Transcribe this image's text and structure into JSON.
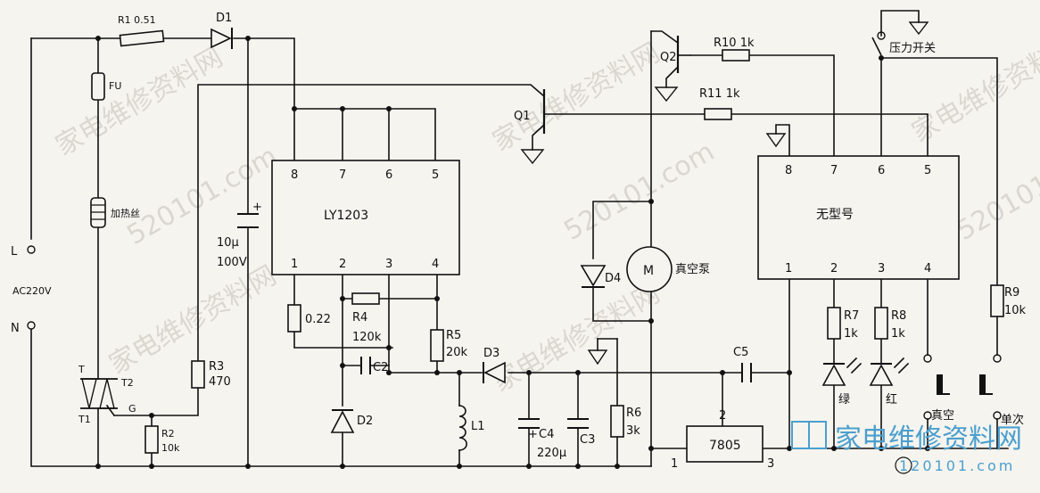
{
  "input": {
    "l": "L",
    "n": "N",
    "ac": "AC220V"
  },
  "resistors": {
    "r1": "R1 0.51",
    "r3": "R3",
    "r3v": "470",
    "r2": "R2",
    "r2v": "10k",
    "r4": "R4",
    "r4v": "120k",
    "r022": "0.22",
    "r5": "R5",
    "r5v": "20k",
    "r6": "R6",
    "r6v": "3k",
    "r7": "R7",
    "r7v": "1k",
    "r8": "R8",
    "r8v": "1k",
    "r9": "R9",
    "r9v": "10k",
    "r10": "R10 1k",
    "r11": "R11 1k"
  },
  "heaters": {
    "fu": "FU",
    "heater": "加热丝"
  },
  "triac": {
    "t": "T",
    "t2": "T2",
    "t1": "T1",
    "g": "G"
  },
  "diodes": {
    "d1": "D1",
    "d2": "D2",
    "d3": "D3",
    "d4": "D4"
  },
  "caps": {
    "c_elec": "10μ",
    "c_elec_v": "100V",
    "c2": "C2",
    "c4": "C4",
    "c4v": "220μ",
    "c3": "C3",
    "c5": "C5",
    "plus": "+"
  },
  "inductor": {
    "l1": "L1"
  },
  "transistors": {
    "q1": "Q1",
    "q2": "Q2"
  },
  "ic1": {
    "name": "LY1203",
    "top_pins": [
      "8",
      "7",
      "6",
      "5"
    ],
    "bottom_pins": [
      "1",
      "2",
      "3",
      "4"
    ]
  },
  "ic2": {
    "name": "无型号",
    "top_pins": [
      "8",
      "7",
      "6",
      "5"
    ],
    "bottom_pins": [
      "1",
      "2",
      "3",
      "4"
    ]
  },
  "regulator": {
    "name": "7805",
    "pin1": "1",
    "pin2": "2",
    "pin3": "3"
  },
  "motor": {
    "m": "M",
    "label": "真空泵"
  },
  "switches": {
    "pressure": "压力开关",
    "vacuum": "真空",
    "single": "单次"
  },
  "leds": {
    "green": "绿",
    "red": "红"
  },
  "watermark": {
    "text": "家电维修资料网",
    "url": "520101.com"
  },
  "logo": {
    "text": "家电维修资料网",
    "url": "120101.com"
  }
}
